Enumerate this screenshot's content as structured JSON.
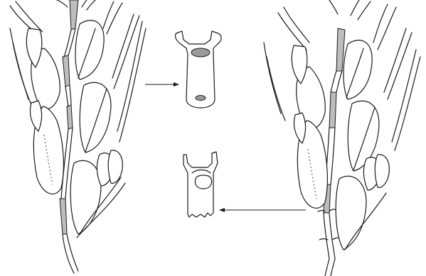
{
  "figure": {
    "panels": [
      {
        "id": "left-spike",
        "description_icon": "wheat-spike-icon"
      },
      {
        "id": "right-spike",
        "description_icon": "wheat-spike-icon"
      }
    ],
    "details": [
      {
        "id": "rachis-segment-smooth",
        "icon": "rachis-node-icon"
      },
      {
        "id": "rachis-segment-broken",
        "icon": "rachis-node-icon"
      }
    ],
    "colors": {
      "line": "#1a1a1a",
      "rachis_fill": "#bdbdbd",
      "scar_fill": "#9a9a9a",
      "background": "#ffffff"
    }
  }
}
